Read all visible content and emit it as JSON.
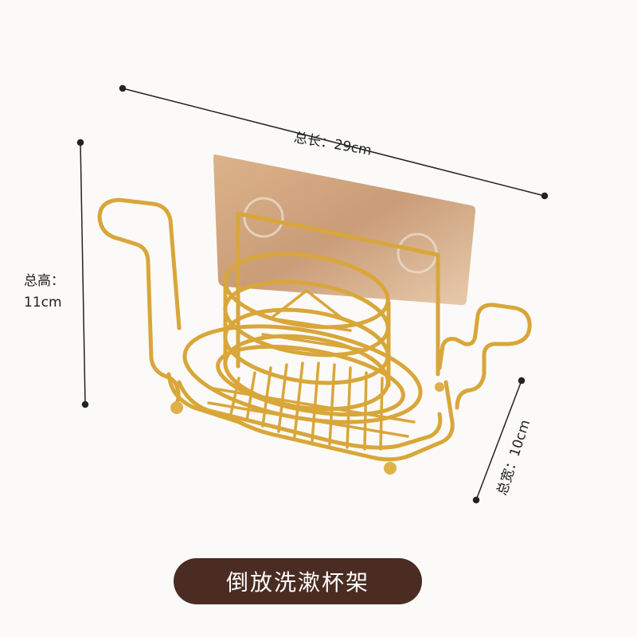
{
  "dimensions": {
    "length_label": "总长：29cm",
    "height_label_line1": "总高：",
    "height_label_line2": "11cm",
    "width_label": "总宽：10cm"
  },
  "caption": "倒放洗漱杯架",
  "colors": {
    "wire_gold": "#d9a63a",
    "wire_highlight": "#f3d27a",
    "plate": "#c99a6a",
    "caption_bg": "#4a2c22",
    "caption_text": "#ffffff",
    "dimension_line": "#222222"
  }
}
